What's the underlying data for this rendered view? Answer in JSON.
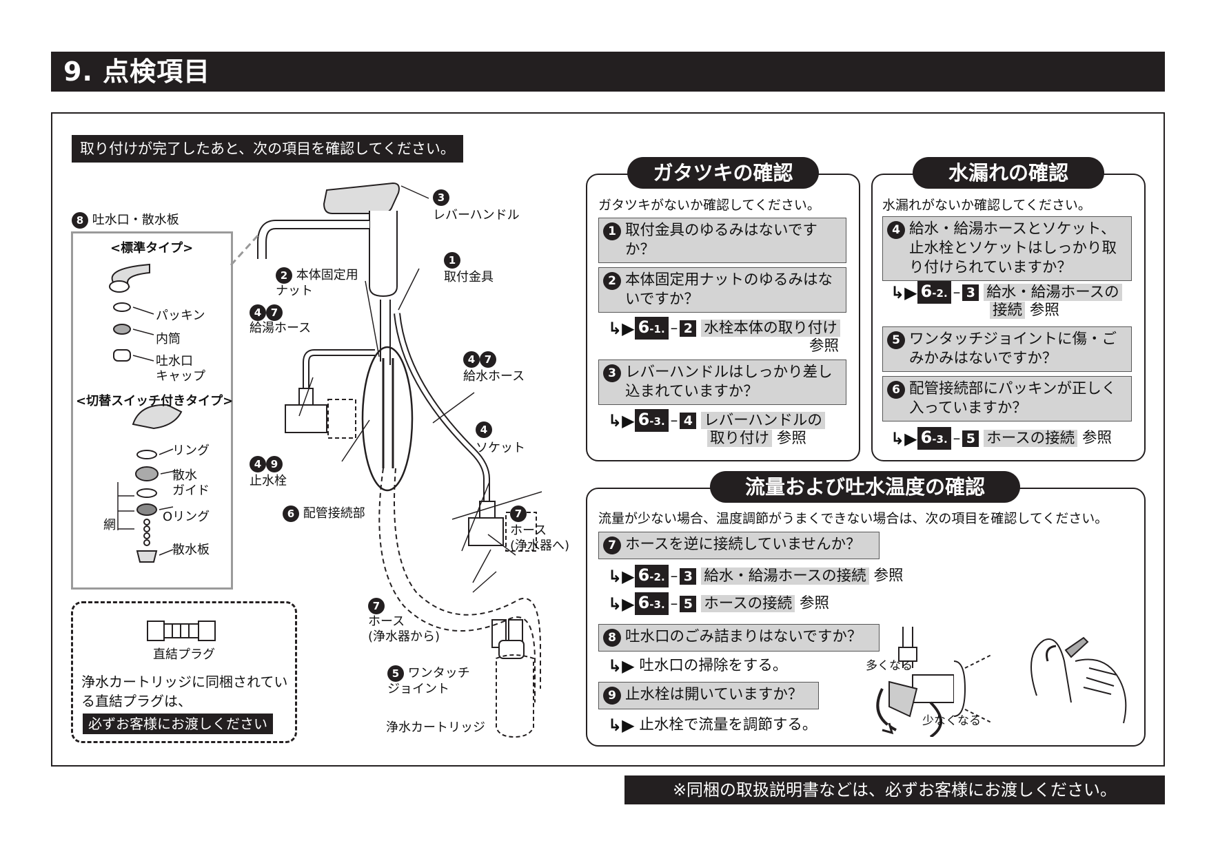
{
  "header": {
    "title": "9. 点検項目"
  },
  "intro": "取り付けが完了したあと、次の項目を確認してください。",
  "diagram": {
    "spout_plate": {
      "num": "8",
      "label": "吐水口・散水板"
    },
    "standard_type": "<標準タイプ>",
    "standard_parts": [
      "パッキン",
      "内筒",
      "吐水口\nキャップ"
    ],
    "switch_type": "<切替スイッチ付きタイプ>",
    "switch_parts": [
      "リング",
      "散水\nガイド",
      "Oリング",
      "散水板"
    ],
    "net_label": "網",
    "lever": {
      "num": "3",
      "label": "レバーハンドル"
    },
    "bracket": {
      "num": "1",
      "label": "取付金具"
    },
    "nut": {
      "num": "2",
      "label": "本体固定用\nナット"
    },
    "hot_hose": {
      "nums": [
        "4",
        "7"
      ],
      "label": "給湯ホース"
    },
    "cold_hose": {
      "nums": [
        "4",
        "7"
      ],
      "label": "給水ホース"
    },
    "socket": {
      "num": "4",
      "label": "ソケット"
    },
    "stop_valve": {
      "nums": [
        "4",
        "9"
      ],
      "label": "止水栓"
    },
    "pipe_joint": {
      "num": "6",
      "label": "配管接続部"
    },
    "hose_to": {
      "num": "7",
      "label": "ホース\n(浄水器へ)"
    },
    "hose_from": {
      "num": "7",
      "label": "ホース\n(浄水器から)"
    },
    "one_touch": {
      "num": "5",
      "label": "ワンタッチ\nジョイント"
    },
    "cartridge": "浄水カートリッジ",
    "plug_label": "直結プラグ",
    "plug_note": "浄水カートリッジに同梱されている直結プラグは、",
    "plug_note_em": "必ずお客様にお渡しください"
  },
  "rattle": {
    "title": "ガタツキの確認",
    "subtitle": "ガタツキがないか確認してください。",
    "q1": {
      "num": "1",
      "text": "取付金具のゆるみはないですか？"
    },
    "q2": {
      "num": "2",
      "text": "本体固定用ナットのゆるみはないですか？"
    },
    "ref1": {
      "tag": "6",
      "sub": "-1.",
      "sq": "2",
      "text": "水栓本体の取り付け",
      "suffix": "参照"
    },
    "q3": {
      "num": "3",
      "text": "レバーハンドルはしっかり差し込まれていますか？"
    },
    "ref3": {
      "tag": "6",
      "sub": "-3.",
      "sq": "4",
      "text1": "レバーハンドルの",
      "text2": "取り付け",
      "suffix": "参照"
    }
  },
  "leak": {
    "title": "水漏れの確認",
    "subtitle": "水漏れがないか確認してください。",
    "q4": {
      "num": "4",
      "text": "給水・給湯ホースとソケット、止水栓とソケットはしっかり取り付けられていますか？"
    },
    "ref4": {
      "tag": "6",
      "sub": "-2.",
      "sq": "3",
      "text1": "給水・給湯ホースの",
      "text2": "接続",
      "suffix": "参照"
    },
    "q5": {
      "num": "5",
      "text": "ワンタッチジョイントに傷・ごみかみはないですか？"
    },
    "q6": {
      "num": "6",
      "text": "配管接続部にパッキンが正しく入っていますか？"
    },
    "ref6": {
      "tag": "6",
      "sub": "-3.",
      "sq": "5",
      "text": "ホースの接続",
      "suffix": "参照"
    }
  },
  "flow": {
    "title": "流量および吐水温度の確認",
    "subtitle": "流量が少ない場合、温度調節がうまくできない場合は、次の項目を確認してください。",
    "q7": {
      "num": "7",
      "text": "ホースを逆に接続していませんか？"
    },
    "ref7a": {
      "tag": "6",
      "sub": "-2.",
      "sq": "3",
      "text": "給水・給湯ホースの接続",
      "suffix": "参照"
    },
    "ref7b": {
      "tag": "6",
      "sub": "-3.",
      "sq": "5",
      "text": "ホースの接続",
      "suffix": "参照"
    },
    "q8": {
      "num": "8",
      "text": "吐水口のごみ詰まりはないですか？"
    },
    "a8": "吐水口の掃除をする。",
    "q9": {
      "num": "9",
      "text": "止水栓は開いていますか？"
    },
    "a9": "止水栓で流量を調節する。",
    "more": "多くなる",
    "less": "少なくなる"
  },
  "footer": "※同梱の取扱説明書などは、必ずお客様にお渡しください。"
}
